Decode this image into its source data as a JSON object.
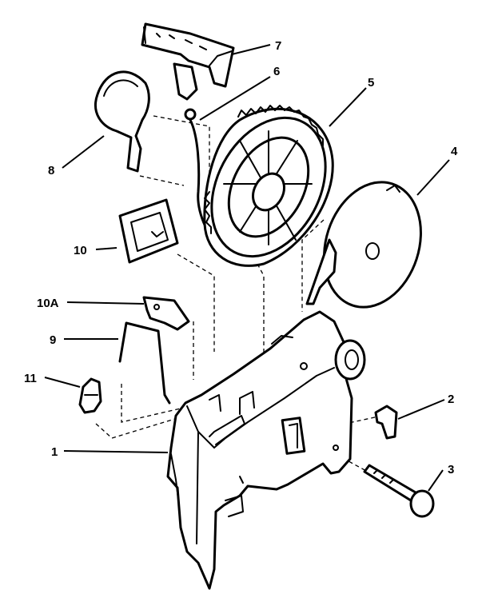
{
  "parts": [
    {
      "key": "p1",
      "label": "1"
    },
    {
      "key": "p2",
      "label": "2"
    },
    {
      "key": "p3",
      "label": "3"
    },
    {
      "key": "p4",
      "label": "4"
    },
    {
      "key": "p5",
      "label": "5"
    },
    {
      "key": "p6",
      "label": "6"
    },
    {
      "key": "p7",
      "label": "7"
    },
    {
      "key": "p8",
      "label": "8"
    },
    {
      "key": "p9",
      "label": "9"
    },
    {
      "key": "p10",
      "label": "10"
    },
    {
      "key": "p10a",
      "label": "10A"
    },
    {
      "key": "p11",
      "label": "11"
    }
  ],
  "colors": {
    "ink": "#000000",
    "paper": "#ffffff"
  }
}
